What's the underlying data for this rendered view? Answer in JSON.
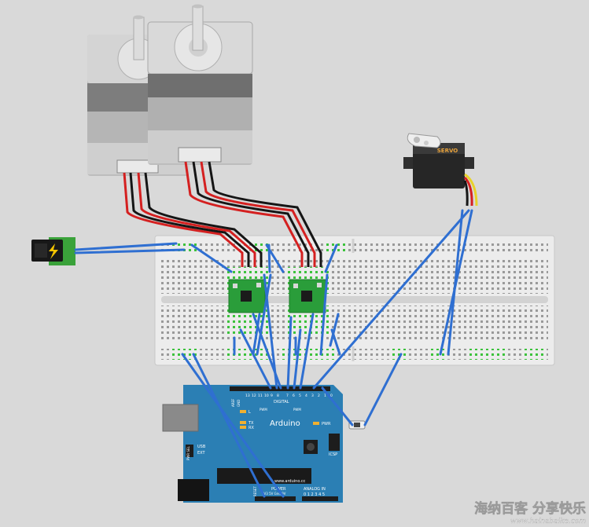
{
  "servo": {
    "label": "SERVO"
  },
  "arduino": {
    "brand": "Arduino",
    "url": "www.arduino.cc",
    "digital_label": "DIGITAL",
    "aref_label": "AREF",
    "gnd_label": "GND",
    "pin_numbers": [
      "13",
      "12",
      "11",
      "10",
      "9",
      "8",
      "7",
      "6",
      "5",
      "4",
      "3",
      "2",
      "1",
      "0"
    ],
    "pwm_label": "PWM",
    "led_l": "L",
    "led_tx": "TX",
    "led_rx": "RX",
    "pwr_label": "PWR",
    "icsp_label": "ICSP",
    "pwr_sel": "PWR SEL",
    "usb_label": "USB",
    "ext_label": "EXT",
    "reset_label": "RESET",
    "power_label": "POWER",
    "power_pins": "3V3 5V Gnd 9V",
    "analog_label": "ANALOG IN",
    "analog_pins": "0 1 2 3 4 5"
  },
  "watermark": {
    "text": "海纳百客 分享快乐",
    "url": "www.hainabaike.com"
  },
  "colors": {
    "background": "#d9d9d9",
    "breadboard": "#ececec",
    "arduino_blue": "#2b7fb4",
    "driver_green": "#2a9d3a",
    "jumper_blue": "#2f6fd1",
    "wire_red": "#d42020",
    "wire_black": "#151515"
  }
}
